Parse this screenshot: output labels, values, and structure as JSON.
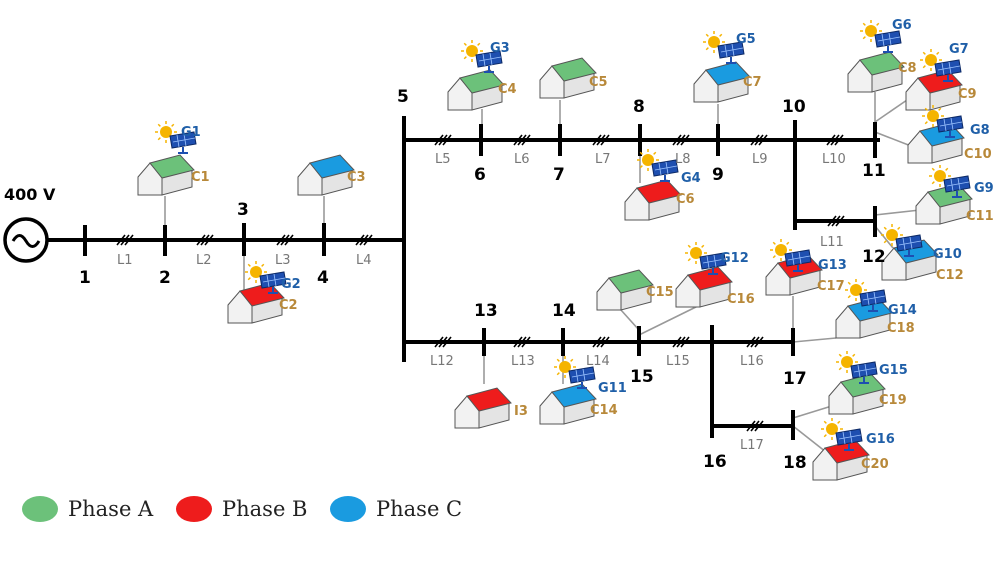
{
  "source": {
    "label": "400 V",
    "symbol": "~"
  },
  "colors": {
    "phase_a": "#6cc17a",
    "phase_b": "#ee1c1c",
    "phase_c": "#1a9be0",
    "customer_label": "#b8893a",
    "generator_label": "#1f5fa8",
    "line_label": "#777777"
  },
  "legend": [
    {
      "label": "Phase A",
      "color": "#6cc17a"
    },
    {
      "label": "Phase B",
      "color": "#ee1c1c"
    },
    {
      "label": "Phase C",
      "color": "#1a9be0"
    }
  ],
  "buses": [
    "1",
    "2",
    "3",
    "4",
    "5",
    "6",
    "7",
    "8",
    "9",
    "10",
    "11",
    "12",
    "13",
    "14",
    "15",
    "16",
    "17",
    "18"
  ],
  "lines": [
    "L1",
    "L2",
    "L3",
    "L4",
    "L5",
    "L6",
    "L7",
    "L8",
    "L9",
    "L10",
    "L11",
    "L12",
    "L13",
    "L14",
    "L15",
    "L16",
    "L17"
  ],
  "customers": [
    "C1",
    "C2",
    "C3",
    "C4",
    "C5",
    "C6",
    "C7",
    "C8",
    "C9",
    "C10",
    "C11",
    "C12",
    "I3",
    "C14",
    "C15",
    "C16",
    "C17",
    "C18",
    "C19",
    "C20"
  ],
  "generators": [
    "G1",
    "G2",
    "G3",
    "G4",
    "G5",
    "G6",
    "G7",
    "G8",
    "G9",
    "G10",
    "G11",
    "G12",
    "G13",
    "G14",
    "G15",
    "G16"
  ],
  "customer_phases": {
    "C1": "A",
    "C2": "B",
    "C3": "C",
    "C4": "A",
    "C5": "A",
    "C6": "B",
    "C7": "C",
    "C8": "A",
    "C9": "B",
    "C10": "C",
    "C11": "A",
    "C12": "C",
    "I3": "B",
    "C14": "C",
    "C15": "A",
    "C16": "B",
    "C17": "B",
    "C18": "C",
    "C19": "A",
    "C20": "B"
  }
}
